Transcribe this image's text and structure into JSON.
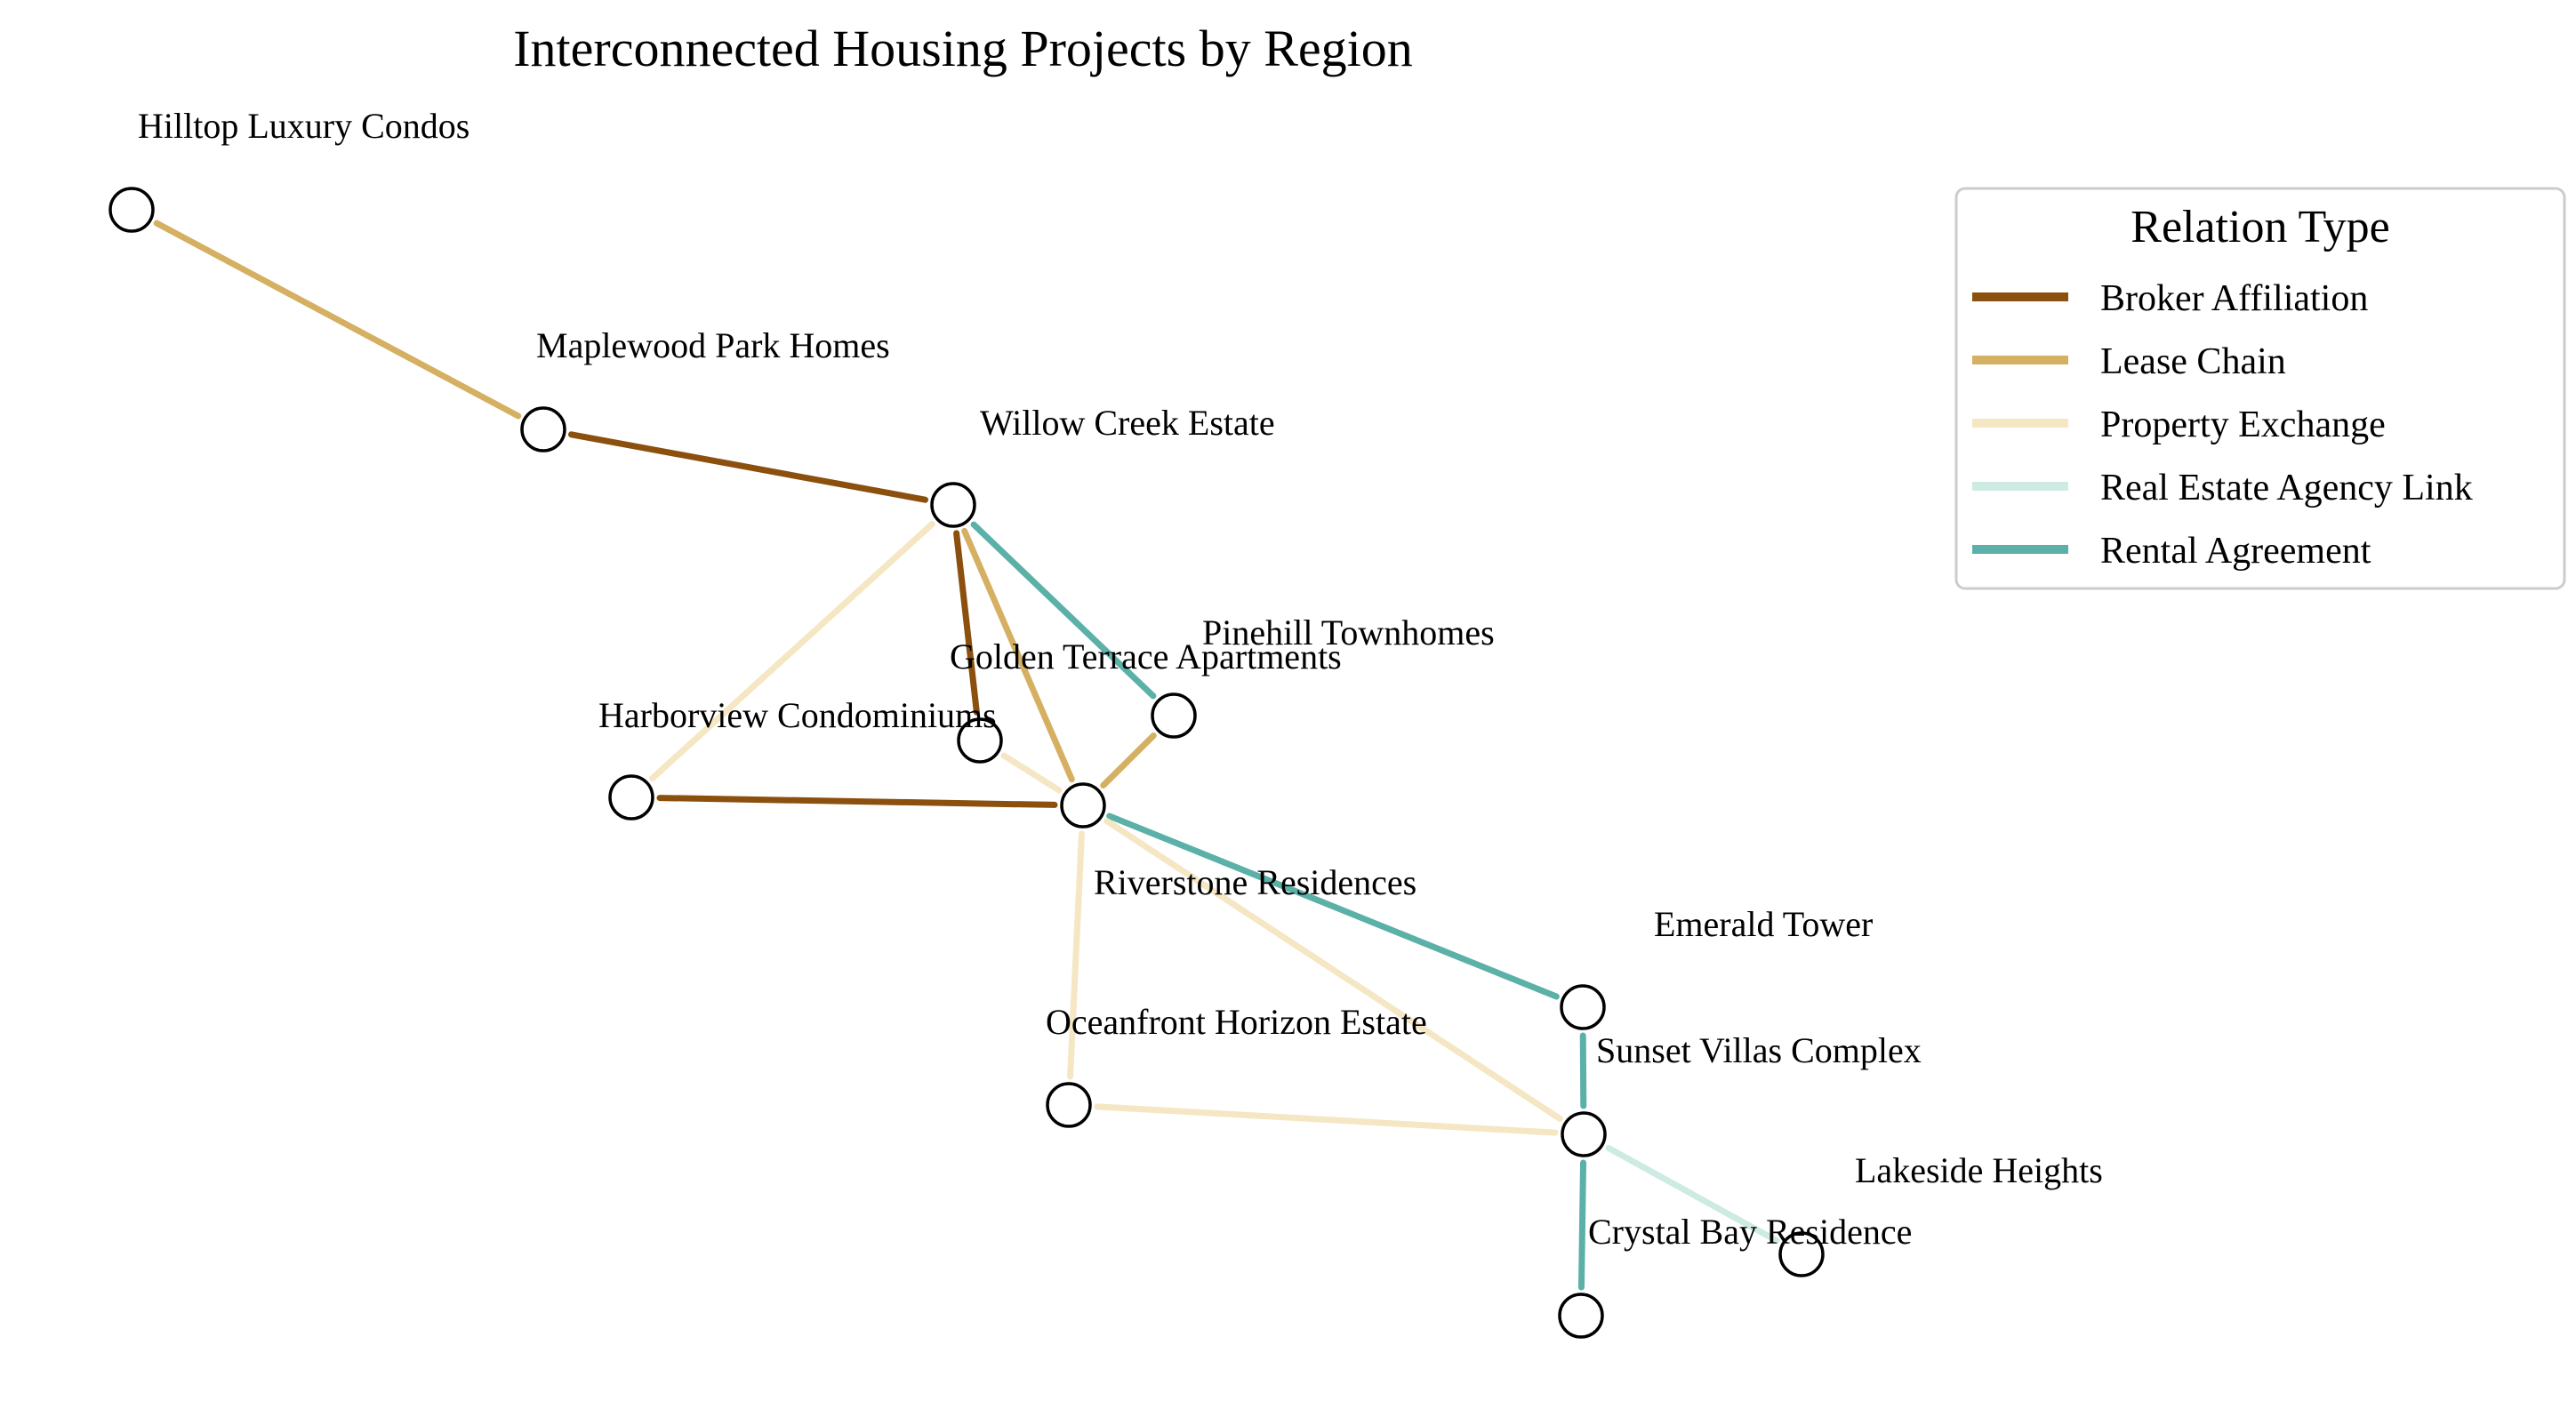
{
  "title": "Interconnected Housing Projects by Region",
  "legend": {
    "title": "Relation Type",
    "items": [
      {
        "label": "Broker Affiliation",
        "color": "#8B4F0E"
      },
      {
        "label": "Lease Chain",
        "color": "#D5B062"
      },
      {
        "label": "Property Exchange",
        "color": "#F5E6C4"
      },
      {
        "label": "Real Estate Agency Link",
        "color": "#CDEAE3"
      },
      {
        "label": "Rental Agreement",
        "color": "#5BB0A8"
      }
    ]
  },
  "nodes": [
    {
      "id": "hilltop",
      "label": "Hilltop Luxury Condos"
    },
    {
      "id": "maplewood",
      "label": "Maplewood Park Homes"
    },
    {
      "id": "willow",
      "label": "Willow Creek Estate"
    },
    {
      "id": "pinehill",
      "label": "Pinehill Townhomes"
    },
    {
      "id": "golden",
      "label": "Golden Terrace Apartments"
    },
    {
      "id": "harborview",
      "label": "Harborview Condominiums"
    },
    {
      "id": "riverstone",
      "label": "Riverstone Residences"
    },
    {
      "id": "emerald",
      "label": "Emerald Tower"
    },
    {
      "id": "sunset",
      "label": "Sunset Villas Complex"
    },
    {
      "id": "oceanfront",
      "label": "Oceanfront Horizon Estate"
    },
    {
      "id": "lakeside",
      "label": "Lakeside Heights"
    },
    {
      "id": "crystal",
      "label": "Crystal Bay Residence"
    }
  ],
  "edges": [
    {
      "source": "hilltop",
      "target": "maplewood",
      "relation": "Lease Chain"
    },
    {
      "source": "maplewood",
      "target": "willow",
      "relation": "Broker Affiliation"
    },
    {
      "source": "willow",
      "target": "golden",
      "relation": "Broker Affiliation"
    },
    {
      "source": "willow",
      "target": "riverstone",
      "relation": "Lease Chain"
    },
    {
      "source": "willow",
      "target": "pinehill",
      "relation": "Rental Agreement"
    },
    {
      "source": "willow",
      "target": "harborview",
      "relation": "Property Exchange"
    },
    {
      "source": "golden",
      "target": "riverstone",
      "relation": "Property Exchange"
    },
    {
      "source": "pinehill",
      "target": "riverstone",
      "relation": "Lease Chain"
    },
    {
      "source": "harborview",
      "target": "riverstone",
      "relation": "Broker Affiliation"
    },
    {
      "source": "riverstone",
      "target": "emerald",
      "relation": "Rental Agreement"
    },
    {
      "source": "riverstone",
      "target": "sunset",
      "relation": "Property Exchange"
    },
    {
      "source": "riverstone",
      "target": "oceanfront",
      "relation": "Property Exchange"
    },
    {
      "source": "oceanfront",
      "target": "sunset",
      "relation": "Property Exchange"
    },
    {
      "source": "emerald",
      "target": "sunset",
      "relation": "Rental Agreement"
    },
    {
      "source": "sunset",
      "target": "lakeside",
      "relation": "Real Estate Agency Link"
    },
    {
      "source": "sunset",
      "target": "crystal",
      "relation": "Rental Agreement"
    }
  ]
}
